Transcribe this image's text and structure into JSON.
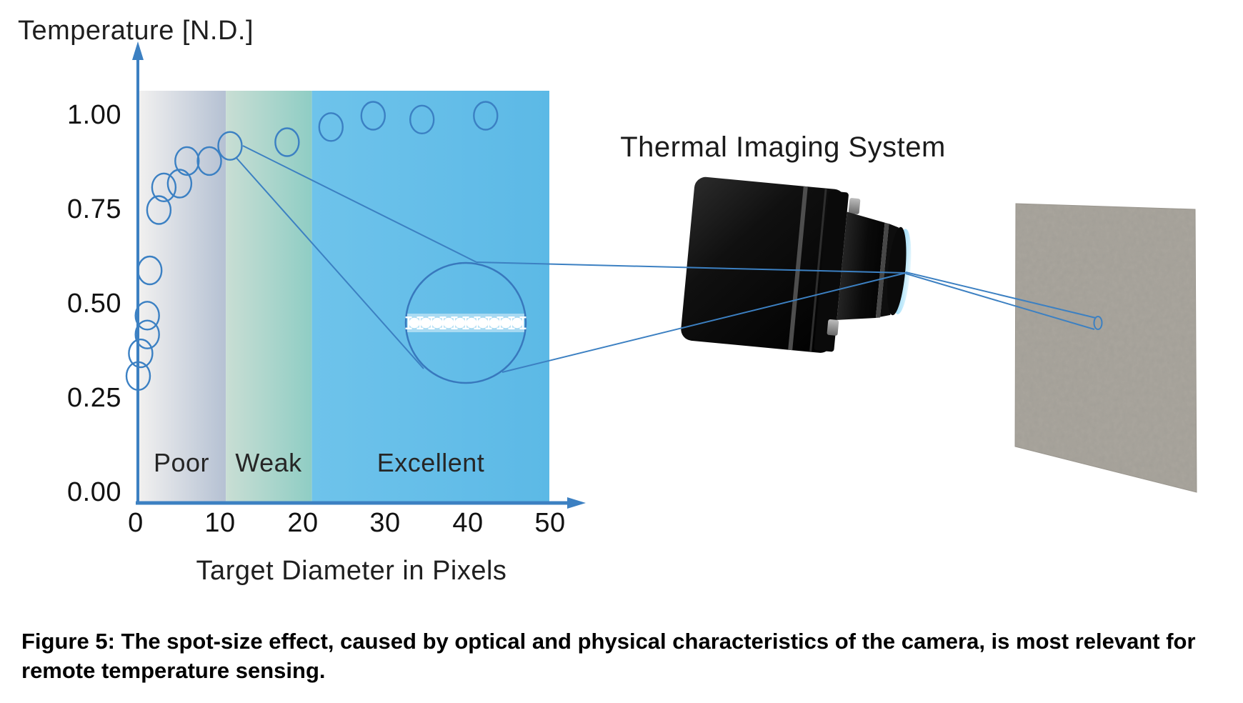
{
  "figure": {
    "y_axis_title": "Temperature [N.D.]",
    "x_axis_title": "Target Diameter in Pixels",
    "camera_label": "Thermal Imaging System",
    "caption": {
      "line1": "Figure 5: The spot-size effect, caused by optical and physical characteristics of the camera, is most relevant for",
      "line2": "remote temperature sensing."
    },
    "y_ticks": [
      "1.00",
      "0.75",
      "0.50",
      "0.25",
      "0.00"
    ],
    "x_ticks": [
      "0",
      "10",
      "20",
      "30",
      "40",
      "50"
    ]
  },
  "chart_data": {
    "type": "scatter",
    "title": "",
    "xlabel": "Target Diameter in Pixels",
    "ylabel": "Temperature [N.D.]",
    "xlim": [
      0,
      50
    ],
    "ylim": [
      0.0,
      1.06
    ],
    "x_tick_values": [
      0,
      10,
      20,
      30,
      40,
      50
    ],
    "y_tick_values": [
      0.0,
      0.25,
      0.5,
      0.75,
      1.0
    ],
    "grid": false,
    "marker": "open-circle",
    "marker_color": "#3b80c3",
    "points": [
      [
        0.3,
        0.31
      ],
      [
        0.6,
        0.37
      ],
      [
        1.4,
        0.42
      ],
      [
        1.4,
        0.47
      ],
      [
        1.7,
        0.59
      ],
      [
        2.8,
        0.75
      ],
      [
        3.4,
        0.81
      ],
      [
        5.3,
        0.82
      ],
      [
        6.2,
        0.88
      ],
      [
        8.9,
        0.88
      ],
      [
        11.4,
        0.92
      ],
      [
        18.3,
        0.93
      ],
      [
        23.6,
        0.97
      ],
      [
        28.7,
        1.0
      ],
      [
        34.6,
        0.99
      ],
      [
        42.3,
        1.0
      ]
    ],
    "regions": [
      {
        "label": "Poor",
        "from": 0,
        "to": 10.9,
        "color_start": "#f2f1f0",
        "color_end": "#b5c1d3"
      },
      {
        "label": "Weak",
        "from": 10.9,
        "to": 21.3,
        "color_start": "#c9ded4",
        "color_end": "#8fcdc4"
      },
      {
        "label": "Excellent",
        "from": 21.3,
        "to": 50,
        "color_start": "#6ec3eb",
        "color_end": "#5cb9e6"
      }
    ],
    "magnifier": {
      "center_x_value": 39.9,
      "center_y_value": 0.45,
      "pixel_count": 10
    },
    "colors": {
      "accent_blue": "#3c80c2",
      "excellent_blue": "#68c0ea",
      "weak_teal": "#8fcdc4",
      "poor_gray": "#b5c1d3",
      "wall_gray": "#a8a49c",
      "camera_black": "#0a0a0a",
      "lens_blue": "#9fdcf8"
    }
  }
}
